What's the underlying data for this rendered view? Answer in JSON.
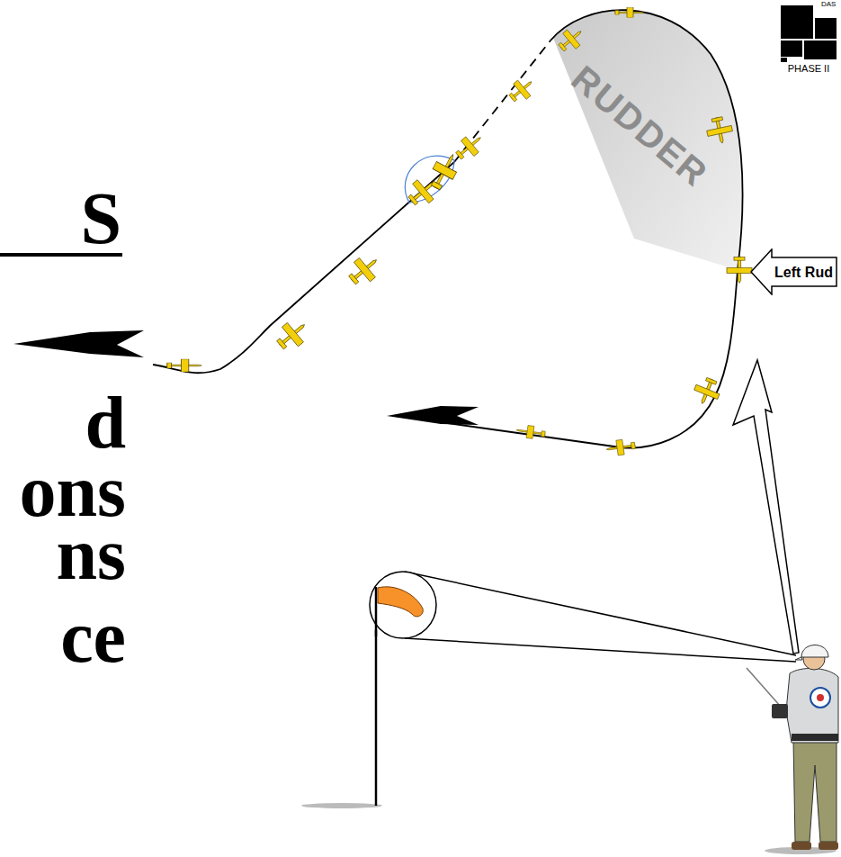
{
  "diagram": {
    "nodes": [
      {
        "text": [
          "Left Rud"
        ]
      }
    ],
    "labels": [
      "S",
      "d",
      "ons",
      "ns",
      "ce",
      "RUDDER",
      "DAS",
      "PHASE II"
    ]
  }
}
